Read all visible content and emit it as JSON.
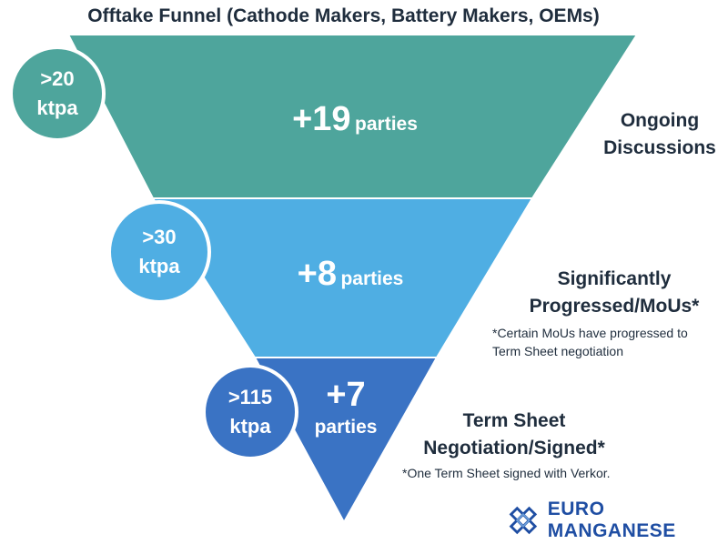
{
  "title": "Offtake Funnel (Cathode Makers, Battery Makers, OEMs)",
  "stages": [
    {
      "value": "+19",
      "unit": "parties",
      "capacity_line1": ">20",
      "capacity_line2": "ktpa",
      "label_line1": "Ongoing",
      "label_line2": "Discussions",
      "note_line1": "",
      "note_line2": "",
      "color": "#4ea59c"
    },
    {
      "value": "+8",
      "unit": "parties",
      "capacity_line1": ">30",
      "capacity_line2": "ktpa",
      "label_line1": "Significantly",
      "label_line2": "Progressed/MoUs*",
      "note_line1": "*Certain MoUs have progressed to",
      "note_line2": "Term Sheet negotiation",
      "color": "#4faee3"
    },
    {
      "value": "+7",
      "unit": "parties",
      "capacity_line1": ">115",
      "capacity_line2": "ktpa",
      "label_line1": "Term Sheet",
      "label_line2": "Negotiation/Signed*",
      "note_line1": "*One Term Sheet signed with Verkor.",
      "note_line2": "",
      "color": "#3a73c4"
    }
  ],
  "logo": {
    "text": "EURO MANGANESE",
    "color": "#1f4ea3",
    "icon": "knot-logo-icon"
  }
}
